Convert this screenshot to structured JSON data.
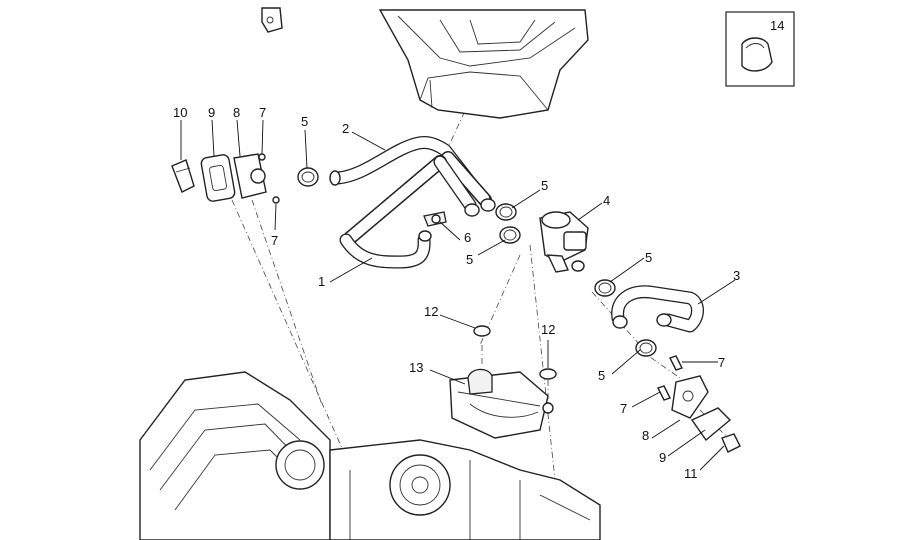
{
  "callouts": {
    "c1": "1",
    "c2": "2",
    "c3": "3",
    "c4": "4",
    "c5a": "5",
    "c5b": "5",
    "c5c": "5",
    "c5d": "5",
    "c5e": "5",
    "c6": "6",
    "c7a": "7",
    "c7b": "7",
    "c7c": "7",
    "c7d": "7",
    "c8a": "8",
    "c8b": "8",
    "c9a": "9",
    "c9b": "9",
    "c10": "10",
    "c11": "11",
    "c12a": "12",
    "c12b": "12",
    "c13": "13",
    "c14": "14"
  }
}
